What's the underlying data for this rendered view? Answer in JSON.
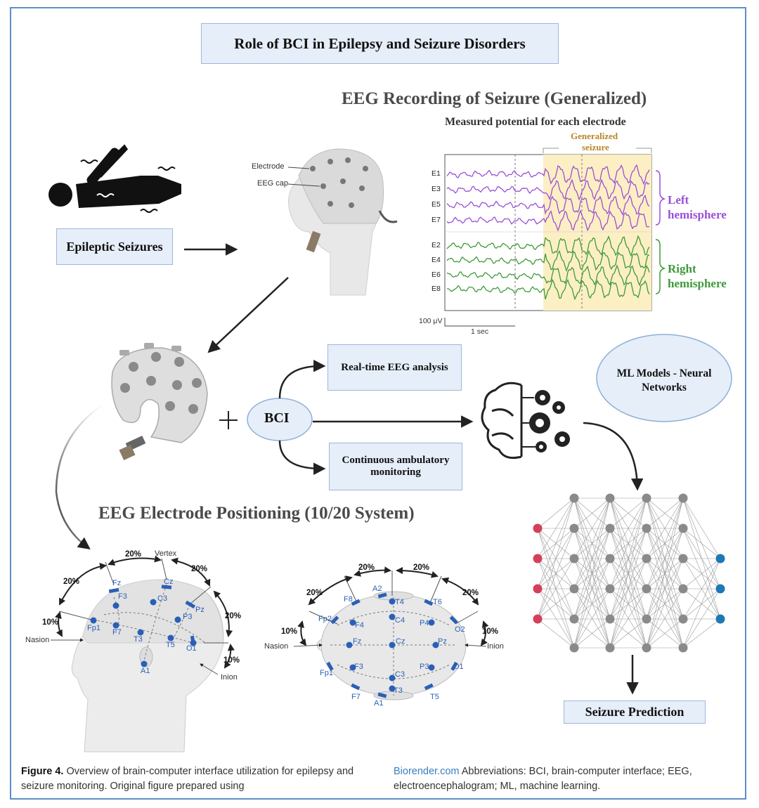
{
  "title": "Role of BCI in Epilepsy and Seizure Disorders",
  "eeg_recording_title": "EEG Recording of Seizure (Generalized)",
  "eeg_subtitle": "Measured potential for each electrode",
  "generalized_seizure_line1": "Generalized",
  "generalized_seizure_line2": "seizure",
  "left_hemisphere_line1": "Left",
  "left_hemisphere_line2": "hemisphere",
  "right_hemisphere_line1": "Right",
  "right_hemisphere_line2": "hemisphere",
  "electrodes_left": [
    "E1",
    "E3",
    "E5",
    "E7"
  ],
  "electrodes_right": [
    "E2",
    "E4",
    "E6",
    "E8"
  ],
  "scale_uv": "100 μV",
  "scale_sec": "1 sec",
  "electrode_label": "Electrode",
  "eeg_cap_label": "EEG cap",
  "epileptic_seizures": "Epileptic Seizures",
  "bci": "BCI",
  "realtime_analysis": "Real-time EEG analysis",
  "continuous_line1": "Continuous ambulatory",
  "continuous_line2": "monitoring",
  "ml_models_line1": "ML Models - Neural",
  "ml_models_line2": "Networks",
  "positioning_title": "EEG Electrode Positioning (10/20 System)",
  "seizure_prediction": "Seizure Prediction",
  "side_view": {
    "vertex": "Vertex",
    "nasion": "Nasion",
    "inion": "Inion",
    "percents": [
      "20%",
      "20%",
      "20%",
      "20%",
      "10%",
      "10%"
    ],
    "electrodes": [
      "Fz",
      "Cz",
      "F3",
      "C3",
      "Pz",
      "P3",
      "Fp1",
      "F7",
      "T3",
      "T5",
      "O1",
      "A1"
    ]
  },
  "top_view": {
    "nasion": "Nasion",
    "inion": "Inion",
    "percents": [
      "20%",
      "20%",
      "20%",
      "20%",
      "10%",
      "10%"
    ],
    "electrodes": [
      "A2",
      "F8",
      "T4",
      "T6",
      "Fp2",
      "F4",
      "C4",
      "P4",
      "O2",
      "Fz",
      "Cz",
      "Pz",
      "F3",
      "C3",
      "P3",
      "Fp1",
      "O1",
      "F7",
      "T3",
      "T5",
      "A1"
    ]
  },
  "caption": {
    "figure_label": "Figure 4.",
    "left_text": "Overview of brain-computer interface utilization for epilepsy and seizure monitoring. Original figure prepared using",
    "link": "Biorender.com",
    "right_text": "Abbreviations: BCI, brain-computer interface; EEG, electroencephalogram; ML, machine learning."
  },
  "colors": {
    "frame": "#5b8fc7",
    "box_fill": "#e6eef9",
    "left_hemisphere": "#9b4fd6",
    "right_hemisphere": "#3f9a3a",
    "seizure_highlight": "#fcefc4",
    "seizure_label": "#b8862a",
    "electrode_blue": "#2a5fb8",
    "nn_input": "#d4405a",
    "nn_output": "#1f78b4",
    "nn_hidden": "#8a8a8a"
  }
}
